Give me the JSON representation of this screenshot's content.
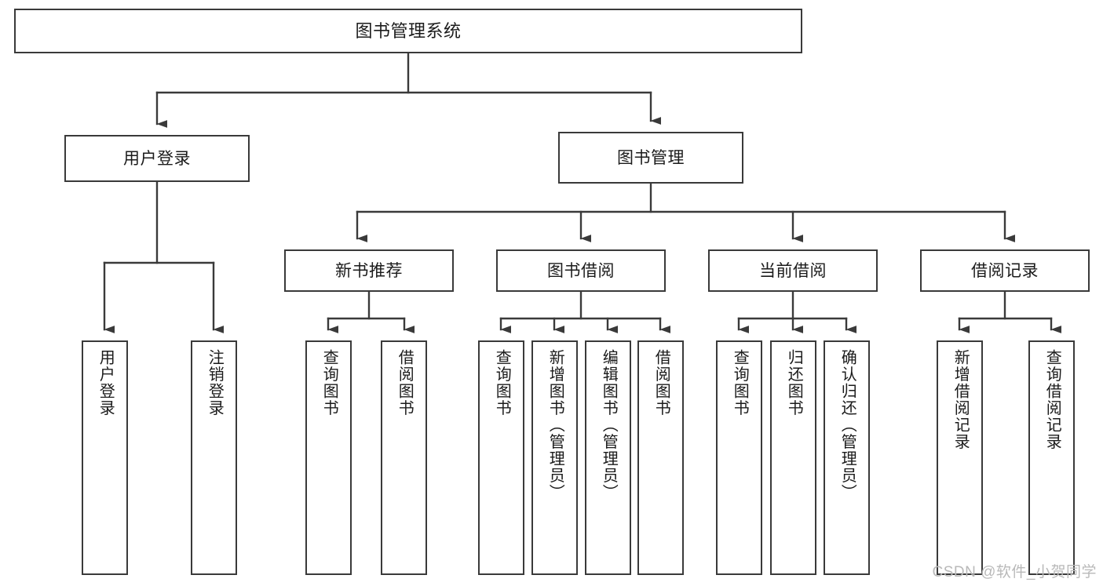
{
  "diagram": {
    "title": "图书管理系统",
    "type": "功能结构图",
    "colors": {
      "box_border": "#3a3a3a",
      "box_fill": "#ffffff",
      "connector": "#3a3a3a",
      "text": "#1b1b1b",
      "watermark": "#b9b9b9",
      "background": "#ffffff"
    }
  },
  "watermark": {
    "text": "CSDN @软件_小贺同学"
  },
  "nodes": {
    "root": {
      "label": "图书管理系统"
    },
    "level1": [
      {
        "id": "user-login",
        "label": "用户登录"
      },
      {
        "id": "book-manage",
        "label": "图书管理"
      }
    ],
    "level2": [
      {
        "id": "new-book-recommend",
        "label": "新书推荐"
      },
      {
        "id": "book-borrow",
        "label": "图书借阅"
      },
      {
        "id": "current-borrow",
        "label": "当前借阅"
      },
      {
        "id": "borrow-record",
        "label": "借阅记录"
      }
    ],
    "leaves": {
      "user-login": [
        {
          "id": "leaf-user-login",
          "label": "用户登录"
        },
        {
          "id": "leaf-logout-login",
          "label": "注销登录"
        }
      ],
      "new-book-recommend": [
        {
          "id": "leaf-query-book-1",
          "label": "查询图书"
        },
        {
          "id": "leaf-borrow-book-1",
          "label": "借阅图书"
        }
      ],
      "book-borrow": [
        {
          "id": "leaf-query-book-2",
          "label": "查询图书"
        },
        {
          "id": "leaf-add-book-admin",
          "label": "新增图书（管理员）"
        },
        {
          "id": "leaf-edit-book-admin",
          "label": "编辑图书（管理员）"
        },
        {
          "id": "leaf-borrow-book-2",
          "label": "借阅图书"
        }
      ],
      "current-borrow": [
        {
          "id": "leaf-query-book-3",
          "label": "查询图书"
        },
        {
          "id": "leaf-return-book",
          "label": "归还图书"
        },
        {
          "id": "leaf-confirm-return-admin",
          "label": "确认归还（管理员）"
        }
      ],
      "borrow-record": [
        {
          "id": "leaf-add-borrow-record",
          "label": "新增借阅记录"
        },
        {
          "id": "leaf-query-borrow-record",
          "label": "查询借阅记录"
        }
      ]
    }
  },
  "chart_data": {
    "type": "tree-diagram",
    "title": "图书管理系统",
    "orientation": "top-down",
    "levels": 4,
    "tree": {
      "label": "图书管理系统",
      "children": [
        {
          "label": "用户登录",
          "children": [
            {
              "label": "用户登录"
            },
            {
              "label": "注销登录"
            }
          ]
        },
        {
          "label": "图书管理",
          "children": [
            {
              "label": "新书推荐",
              "children": [
                {
                  "label": "查询图书"
                },
                {
                  "label": "借阅图书"
                }
              ]
            },
            {
              "label": "图书借阅",
              "children": [
                {
                  "label": "查询图书"
                },
                {
                  "label": "新增图书（管理员）"
                },
                {
                  "label": "编辑图书（管理员）"
                },
                {
                  "label": "借阅图书"
                }
              ]
            },
            {
              "label": "当前借阅",
              "children": [
                {
                  "label": "查询图书"
                },
                {
                  "label": "归还图书"
                },
                {
                  "label": "确认归还（管理员）"
                }
              ]
            },
            {
              "label": "借阅记录",
              "children": [
                {
                  "label": "新增借阅记录"
                },
                {
                  "label": "查询借阅记录"
                }
              ]
            }
          ]
        }
      ]
    }
  }
}
